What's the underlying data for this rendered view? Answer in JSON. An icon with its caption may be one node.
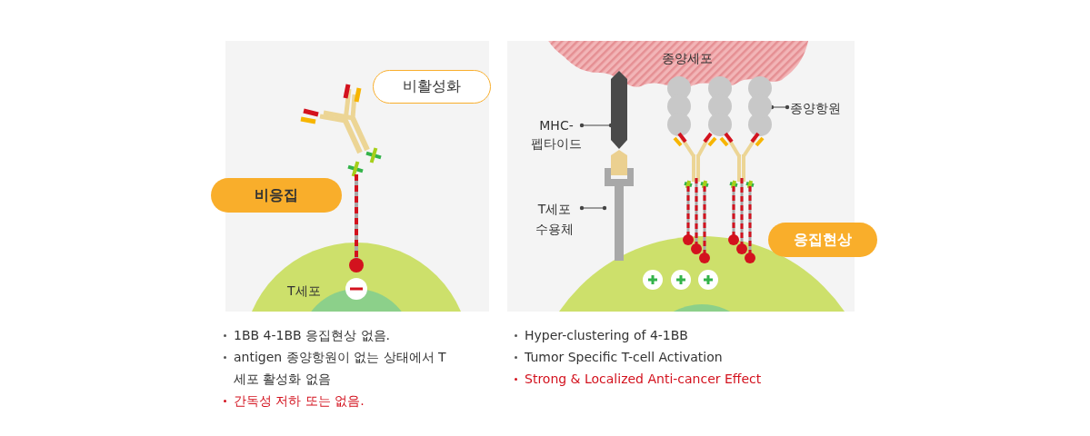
{
  "diagram": {
    "nodes": [
      {
        "text": [
          "비활성화"
        ]
      },
      {
        "text": [
          "비응집"
        ]
      },
      {
        "text": [
          "MHC- 펩타이드"
        ]
      },
      {
        "text": [],
        "shape": "bar"
      },
      {
        "text": [
          "T세포 수용체"
        ]
      },
      {
        "text": [],
        "shape": "bar"
      },
      {
        "text": [
          "종양항원"
        ]
      },
      {
        "text": [],
        "shape": "circle"
      },
      {
        "text": [
          "응집현상"
        ]
      }
    ],
    "edges": [
      {
        "from": 2,
        "to": 3,
        "arrow": "other"
      },
      {
        "from": 4,
        "to": 5,
        "arrow": "other"
      },
      {
        "from": 6,
        "to": 7,
        "arrow": "other"
      }
    ],
    "labels": [
      "T세포",
      "종양세포",
      "1BB 4-1BB 응집현상 없음.",
      "antigen 종양항원이 없는 상태에서 T 세포 활성화 없음",
      "간독성 저하 또는 없음.",
      "Hyper-clustering of 4-1BB",
      "Tumor Specific T-cell Activation",
      "Strong & Localized Anti-cancer Effect"
    ]
  }
}
